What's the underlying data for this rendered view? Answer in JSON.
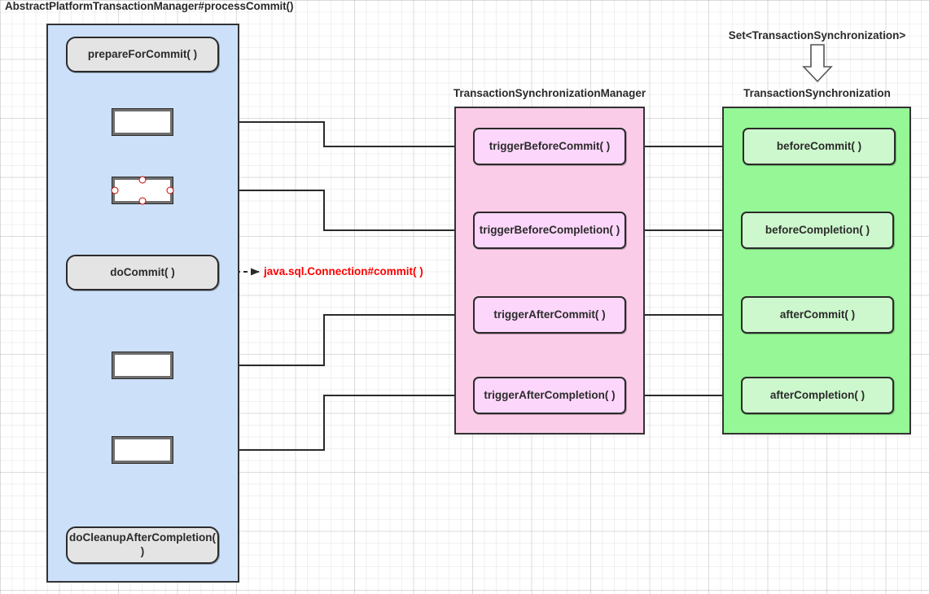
{
  "diagram": {
    "title": "AbstractPlatformTransactionManager#processCommit()",
    "colors": {
      "panel_blue": "#cce0fa",
      "panel_pink": "#fbcce8",
      "panel_green": "#95f795",
      "node_gray": "#e4e4e4",
      "node_white": "#ffffff",
      "node_pink": "#fdd6fb",
      "node_green": "#cdf7cd",
      "stroke": "#2b2b2b",
      "external_call": "#ff0000",
      "selection_handle": "#cc0000"
    }
  },
  "blue_panel": {
    "title": "AbstractPlatformTransactionManager#processCommit()",
    "nodes": [
      {
        "id": "prepareForCommit",
        "label": "prepareForCommit( )",
        "shape": "rounded",
        "fill": "#e4e4e4"
      },
      {
        "id": "step-before-commit",
        "label": "",
        "shape": "rect",
        "fill": "#ffffff",
        "selected": false
      },
      {
        "id": "step-before-completion",
        "label": "",
        "shape": "rect",
        "fill": "#ffffff",
        "selected": true
      },
      {
        "id": "doCommit",
        "label": "doCommit( )",
        "shape": "rounded",
        "fill": "#e4e4e4"
      },
      {
        "id": "step-after-commit",
        "label": "",
        "shape": "rect",
        "fill": "#ffffff",
        "selected": false
      },
      {
        "id": "step-after-completion",
        "label": "",
        "shape": "rect",
        "fill": "#ffffff",
        "selected": false
      },
      {
        "id": "doCleanupAfterCompletion",
        "label": "doCleanupAfterCompletion( )",
        "shape": "rounded",
        "fill": "#e4e4e4"
      }
    ]
  },
  "external_call": {
    "label": "java.sql.Connection#commit( )",
    "from": "doCommit",
    "style": "dashed",
    "color": "#ff0000"
  },
  "pink_panel": {
    "title": "TransactionSynchronizationManager",
    "nodes": [
      {
        "id": "triggerBeforeCommit",
        "label": "triggerBeforeCommit( )"
      },
      {
        "id": "triggerBeforeCompletion",
        "label": "triggerBeforeCompletion( )"
      },
      {
        "id": "triggerAfterCommit",
        "label": "triggerAfterCommit( )"
      },
      {
        "id": "triggerAfterCompletion",
        "label": "triggerAfterCompletion( )"
      }
    ]
  },
  "green_panel": {
    "title": "TransactionSynchronization",
    "collection_label": "Set<TransactionSynchronization>",
    "nodes": [
      {
        "id": "beforeCommit",
        "label": "beforeCommit( )"
      },
      {
        "id": "beforeCompletion",
        "label": "beforeCompletion( )"
      },
      {
        "id": "afterCommit",
        "label": "afterCommit( )"
      },
      {
        "id": "afterCompletion",
        "label": "afterCompletion( )"
      }
    ]
  },
  "connections": [
    {
      "from": "prepareForCommit",
      "to": "step-before-commit",
      "style": "solid"
    },
    {
      "from": "step-before-commit",
      "to": "step-before-completion",
      "style": "solid"
    },
    {
      "from": "step-before-completion",
      "to": "doCommit",
      "style": "solid"
    },
    {
      "from": "doCommit",
      "to": "step-after-commit",
      "style": "solid"
    },
    {
      "from": "step-after-commit",
      "to": "step-after-completion",
      "style": "solid"
    },
    {
      "from": "step-after-completion",
      "to": "doCleanupAfterCompletion",
      "style": "solid"
    },
    {
      "from": "triggerBeforeCommit",
      "to": "step-before-commit",
      "style": "solid"
    },
    {
      "from": "triggerBeforeCompletion",
      "to": "step-before-completion",
      "style": "solid"
    },
    {
      "from": "triggerAfterCommit",
      "to": "step-after-commit",
      "style": "solid"
    },
    {
      "from": "triggerAfterCompletion",
      "to": "step-after-completion",
      "style": "solid"
    },
    {
      "from": "beforeCommit",
      "to": "triggerBeforeCommit",
      "style": "solid"
    },
    {
      "from": "beforeCompletion",
      "to": "triggerBeforeCompletion",
      "style": "solid"
    },
    {
      "from": "afterCommit",
      "to": "triggerAfterCommit",
      "style": "solid"
    },
    {
      "from": "afterCompletion",
      "to": "triggerAfterCompletion",
      "style": "solid"
    },
    {
      "from": "Set<TransactionSynchronization>",
      "to": "TransactionSynchronization",
      "style": "hollow-arrow"
    }
  ]
}
